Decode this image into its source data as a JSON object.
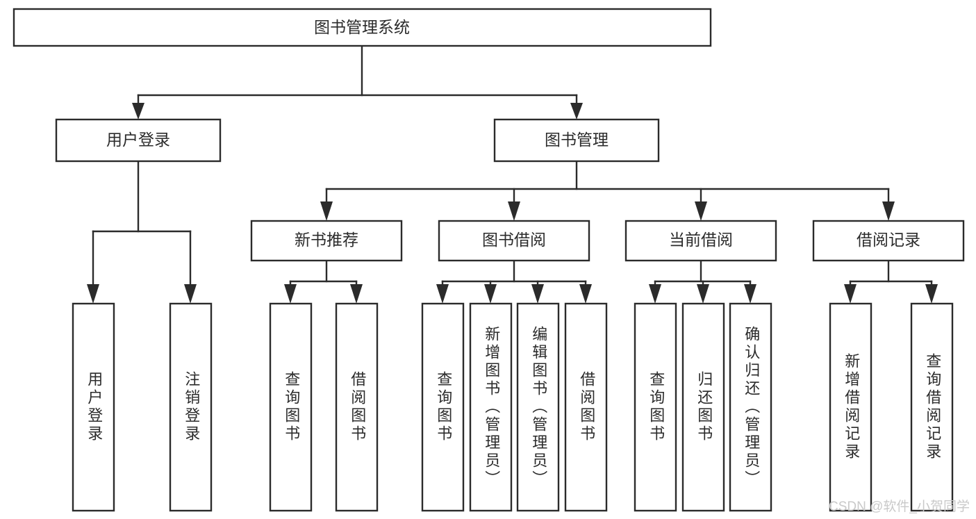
{
  "diagram": {
    "title": "图书管理系统",
    "type": "tree-hierarchy-chart",
    "root": {
      "label": "图书管理系统"
    },
    "level2": [
      {
        "label": "用户登录"
      },
      {
        "label": "图书管理"
      }
    ],
    "level3": [
      {
        "label": "新书推荐"
      },
      {
        "label": "图书借阅"
      },
      {
        "label": "当前借阅"
      },
      {
        "label": "借阅记录"
      }
    ],
    "leaves": {
      "user_login": [
        {
          "label": "用户登录"
        },
        {
          "label": "注销登录"
        }
      ],
      "new_book_recommend": [
        {
          "label": "查询图书"
        },
        {
          "label": "借阅图书"
        }
      ],
      "book_borrow": [
        {
          "label": "查询图书"
        },
        {
          "label": "新增图书（管理员）"
        },
        {
          "label": "编辑图书（管理员）"
        },
        {
          "label": "借阅图书"
        }
      ],
      "current_borrow": [
        {
          "label": "查询图书"
        },
        {
          "label": "归还图书"
        },
        {
          "label": "确认归还（管理员）"
        }
      ],
      "borrow_record": [
        {
          "label": "新增借阅记录"
        },
        {
          "label": "查询借阅记录"
        }
      ]
    }
  },
  "watermark": {
    "text": "CSDN @软件_小贺同学"
  },
  "colors": {
    "stroke": "#2b2b2b",
    "fill": "#ffffff",
    "watermark": "#c9c9c9"
  }
}
